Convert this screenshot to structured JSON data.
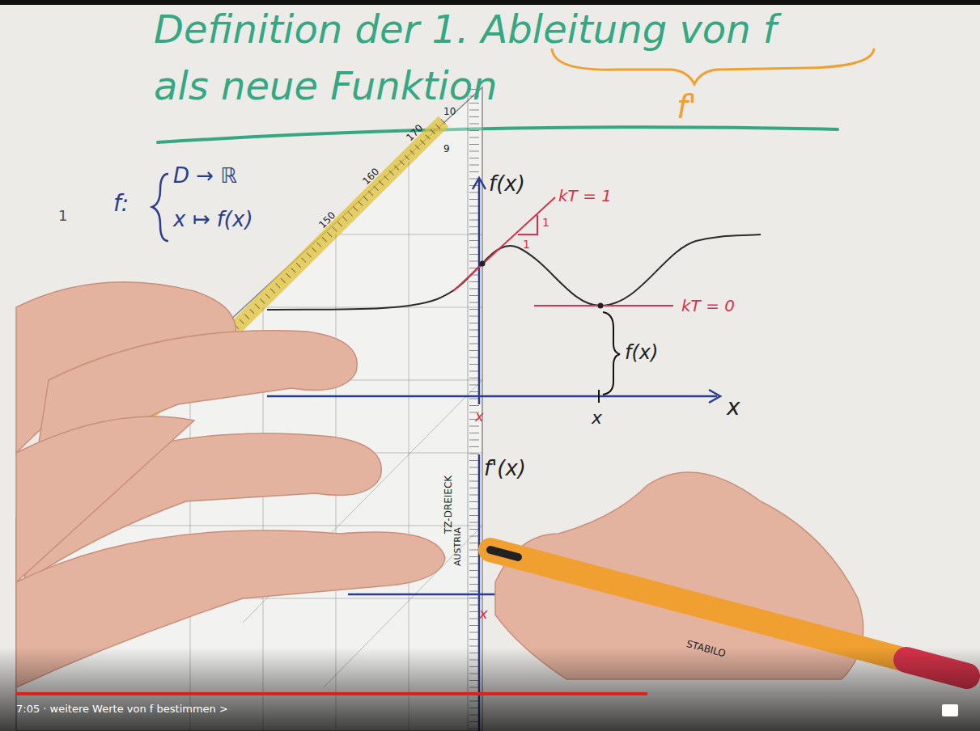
{
  "diagram": {
    "title": "Definition der 1. Ableitung von f",
    "labels": [
      "als neue Funktion",
      "f'",
      "f:",
      "D → ℝ",
      "x ↦ f(x)",
      "f(x)",
      "1",
      "1",
      "kT = 1",
      "kT = 0",
      "f(x)",
      "x",
      "x",
      "x",
      "f'(x)",
      "x",
      "1",
      "7:05 · weitere Werte von f bestimmen >",
      "10",
      "9",
      "170",
      "160",
      "150",
      "TZ-DREIECK",
      "AUSTRIA",
      "STABILO"
    ]
  }
}
